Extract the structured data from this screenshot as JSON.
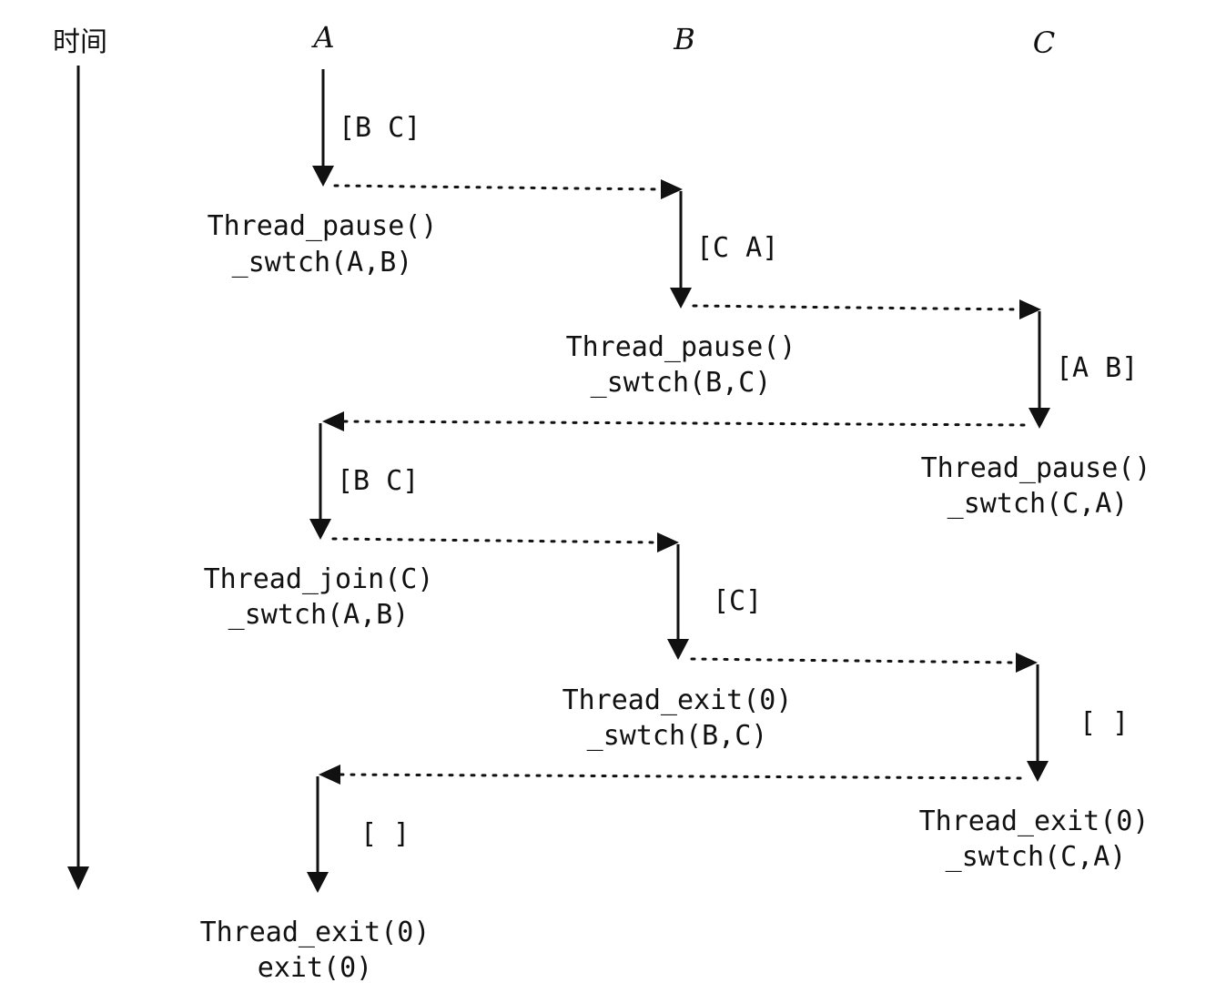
{
  "diagram": {
    "time_label": "时间",
    "threads": [
      "A",
      "B",
      "C"
    ],
    "queues": [
      {
        "column": "A",
        "text": "[B  C]"
      },
      {
        "column": "B",
        "text": "[C  A]"
      },
      {
        "column": "C",
        "text": "[A  B]"
      },
      {
        "column": "A",
        "text": "[B  C]"
      },
      {
        "column": "B",
        "text": "[C]"
      },
      {
        "column": "C",
        "text": "[ ]"
      },
      {
        "column": "A",
        "text": "[ ]"
      }
    ],
    "calls": [
      {
        "column": "A",
        "line1": "Thread_pause()",
        "line2": "_swtch(A,B)"
      },
      {
        "column": "B",
        "line1": "Thread_pause()",
        "line2": "_swtch(B,C)"
      },
      {
        "column": "C",
        "line1": "Thread_pause()",
        "line2": "_swtch(C,A)"
      },
      {
        "column": "A",
        "line1": "Thread_join(C)",
        "line2": "_swtch(A,B)"
      },
      {
        "column": "B",
        "line1": "Thread_exit(0)",
        "line2": "_swtch(B,C)"
      },
      {
        "column": "C",
        "line1": "Thread_exit(0)",
        "line2": "_swtch(C,A)"
      },
      {
        "column": "A",
        "line1": "Thread_exit(0)",
        "line2": "exit(0)"
      }
    ]
  }
}
